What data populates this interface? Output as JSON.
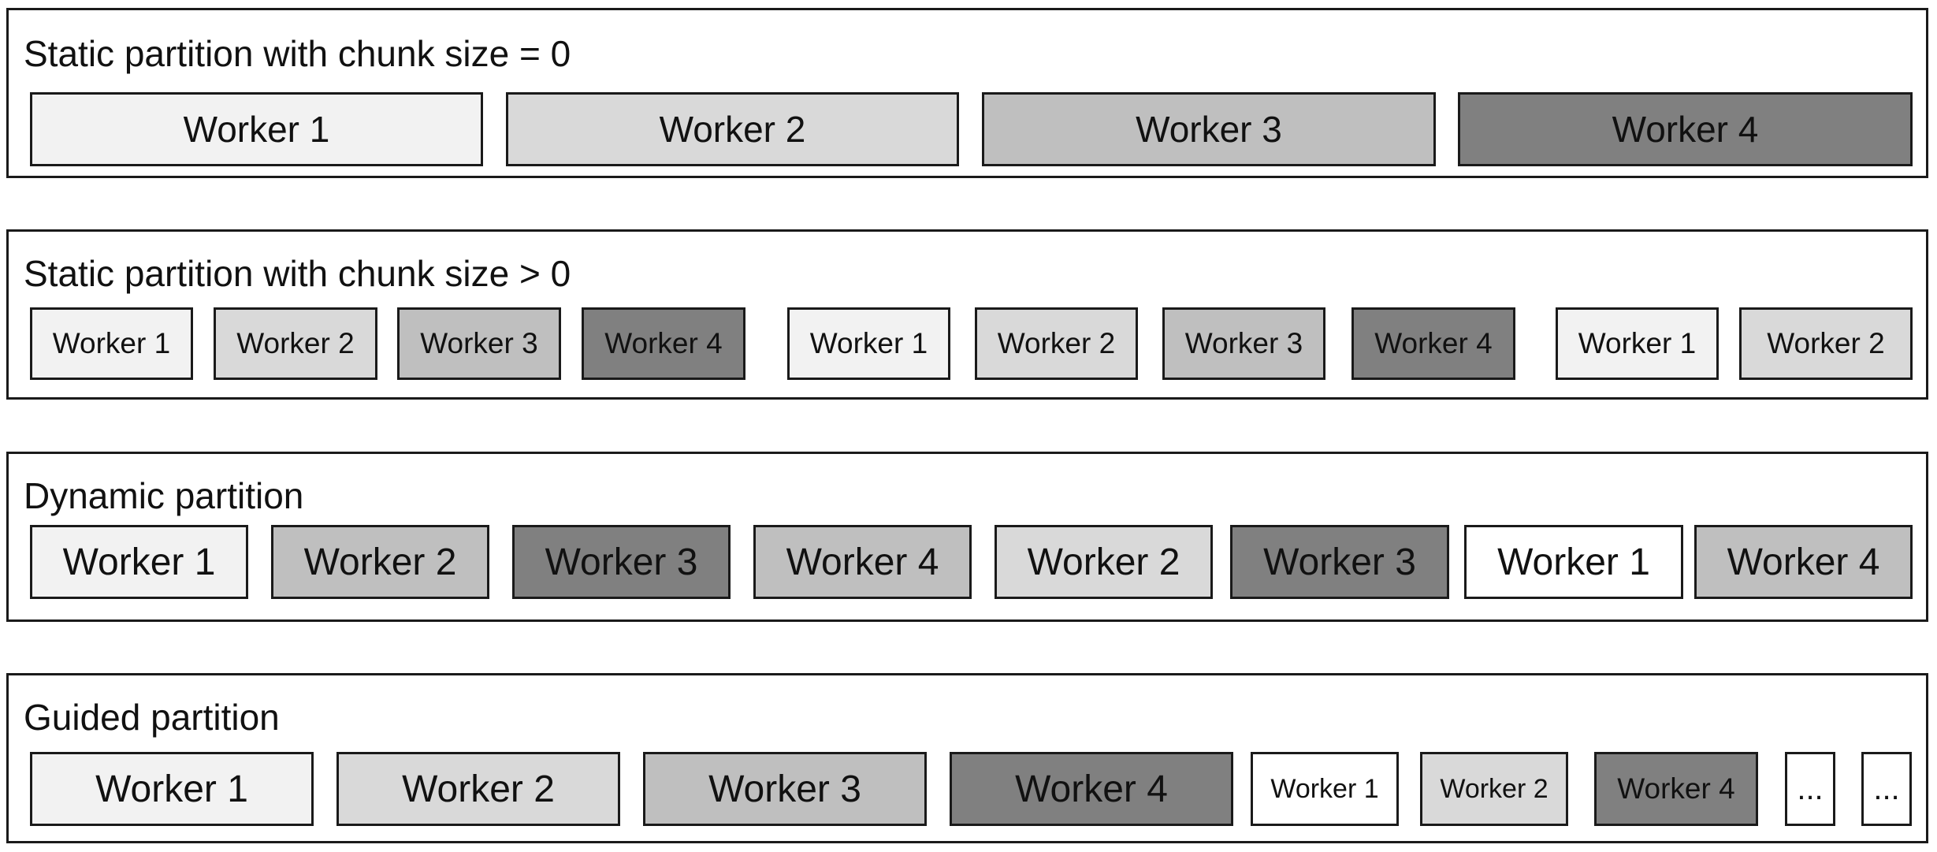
{
  "panels": [
    {
      "title": "Static partition with chunk size = 0",
      "blocks": [
        {
          "label": "Worker 1",
          "shade": "c1"
        },
        {
          "label": "Worker 2",
          "shade": "c2"
        },
        {
          "label": "Worker 3",
          "shade": "c3"
        },
        {
          "label": "Worker 4",
          "shade": "c4"
        }
      ]
    },
    {
      "title": "Static partition with chunk size > 0",
      "blocks": [
        {
          "label": "Worker 1",
          "shade": "c1"
        },
        {
          "label": "Worker 2",
          "shade": "c2"
        },
        {
          "label": "Worker 3",
          "shade": "c3"
        },
        {
          "label": "Worker 4",
          "shade": "c4"
        },
        {
          "label": "Worker 1",
          "shade": "c1"
        },
        {
          "label": "Worker 2",
          "shade": "c2"
        },
        {
          "label": "Worker 3",
          "shade": "c3"
        },
        {
          "label": "Worker 4",
          "shade": "c4"
        },
        {
          "label": "Worker 1",
          "shade": "c1"
        },
        {
          "label": "Worker 2",
          "shade": "c2"
        }
      ]
    },
    {
      "title": "Dynamic partition",
      "blocks": [
        {
          "label": "Worker 1",
          "shade": "c1"
        },
        {
          "label": "Worker 2",
          "shade": "c3"
        },
        {
          "label": "Worker 3",
          "shade": "c4"
        },
        {
          "label": "Worker 4",
          "shade": "c3"
        },
        {
          "label": "Worker 2",
          "shade": "c2"
        },
        {
          "label": "Worker 3",
          "shade": "c4"
        },
        {
          "label": "Worker 1",
          "shade": "cw"
        },
        {
          "label": "Worker 4",
          "shade": "c3"
        }
      ]
    },
    {
      "title": "Guided partition",
      "blocks": [
        {
          "label": "Worker 1",
          "shade": "c1"
        },
        {
          "label": "Worker 2",
          "shade": "c2"
        },
        {
          "label": "Worker 3",
          "shade": "c3"
        },
        {
          "label": "Worker 4",
          "shade": "c4"
        },
        {
          "label": "Worker 1",
          "shade": "cw"
        },
        {
          "label": "Worker 2",
          "shade": "c2"
        },
        {
          "label": "Worker 4",
          "shade": "c4"
        },
        {
          "label": "...",
          "shade": "cw"
        },
        {
          "label": "...",
          "shade": "cw"
        }
      ]
    }
  ]
}
